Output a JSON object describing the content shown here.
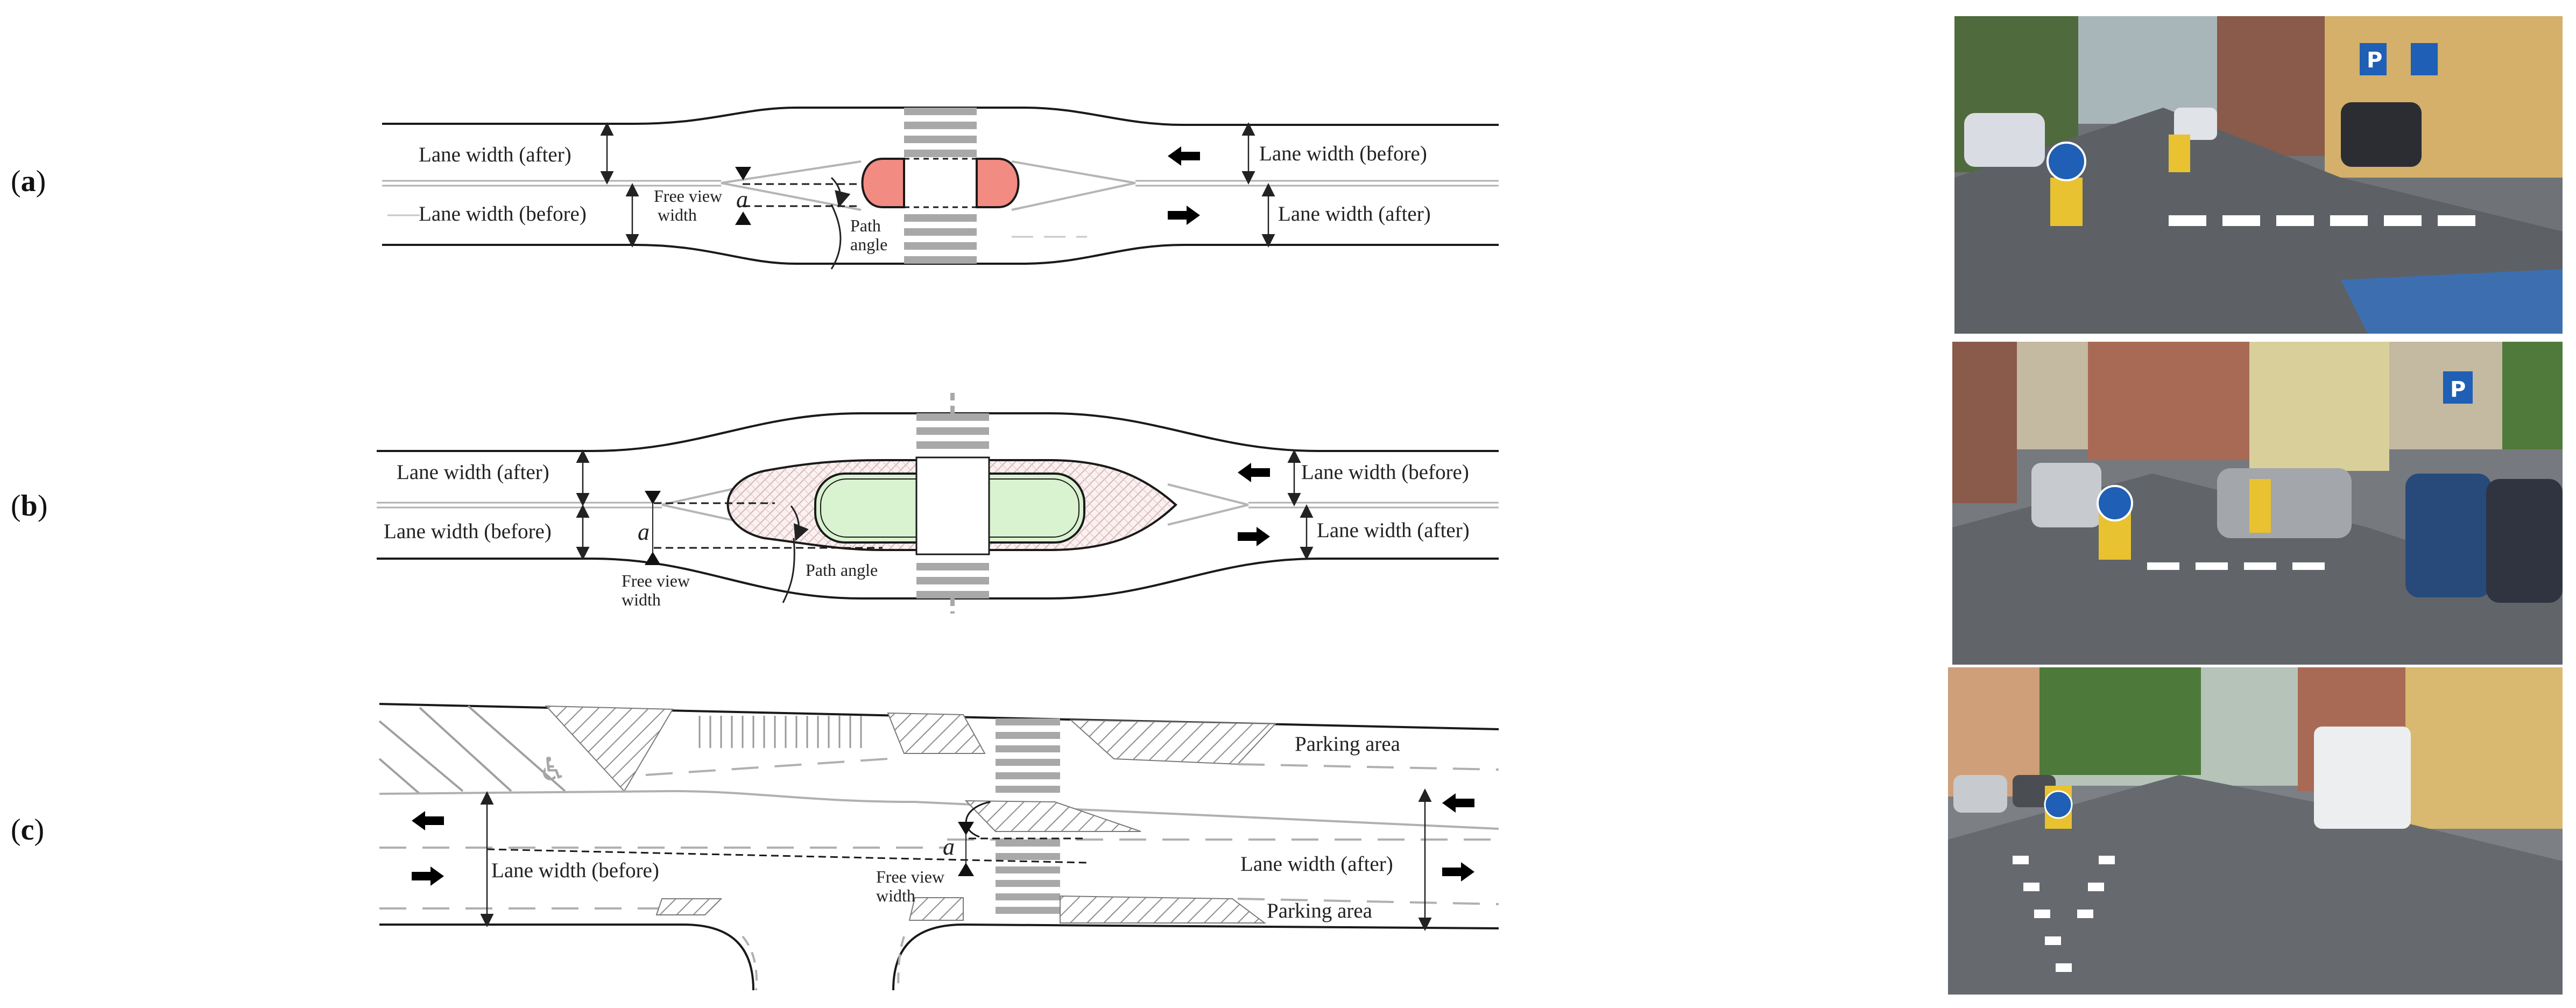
{
  "panels": [
    {
      "id": "a",
      "label_open": "(",
      "label_letter": "a",
      "label_close": ")",
      "lane_width_after_left": "Lane width (after)",
      "lane_width_before_left": "Lane width (before)",
      "lane_width_before_right": "Lane width (before)",
      "lane_width_after_right": "Lane width (after)",
      "free_view_1": "Free view",
      "free_view_2": "width",
      "sym_a": "a",
      "path_1": "Path",
      "path_2": "angle"
    },
    {
      "id": "b",
      "label_open": "(",
      "label_letter": "b",
      "label_close": ")",
      "lane_width_after_left": "Lane width (after)",
      "lane_width_before_left": "Lane width (before)",
      "lane_width_before_right": "Lane width (before)",
      "lane_width_after_right": "Lane width (after)",
      "free_view_1": "Free view",
      "free_view_2": "width",
      "sym_a": "a",
      "path_angle": "Path angle"
    },
    {
      "id": "c",
      "label_open": "(",
      "label_letter": "c",
      "label_close": ")",
      "parking_top": "Parking area",
      "parking_bottom": "Parking area",
      "lane_width_before": "Lane width (before)",
      "lane_width_after": "Lane width (after)",
      "free_view_1": "Free view",
      "free_view_2": "width",
      "sym_a": "a"
    }
  ],
  "colors": {
    "island_a": "#f28b82",
    "island_b_fill": "#d9f2d0",
    "hatch": "#c8a8a8",
    "road_line": "#1a1a1a",
    "marking": "#a8a8a8"
  },
  "photos": [
    {
      "name": "photo-a",
      "sign": "P"
    },
    {
      "name": "photo-b",
      "sign": "P"
    },
    {
      "name": "photo-c",
      "sign": ""
    }
  ]
}
